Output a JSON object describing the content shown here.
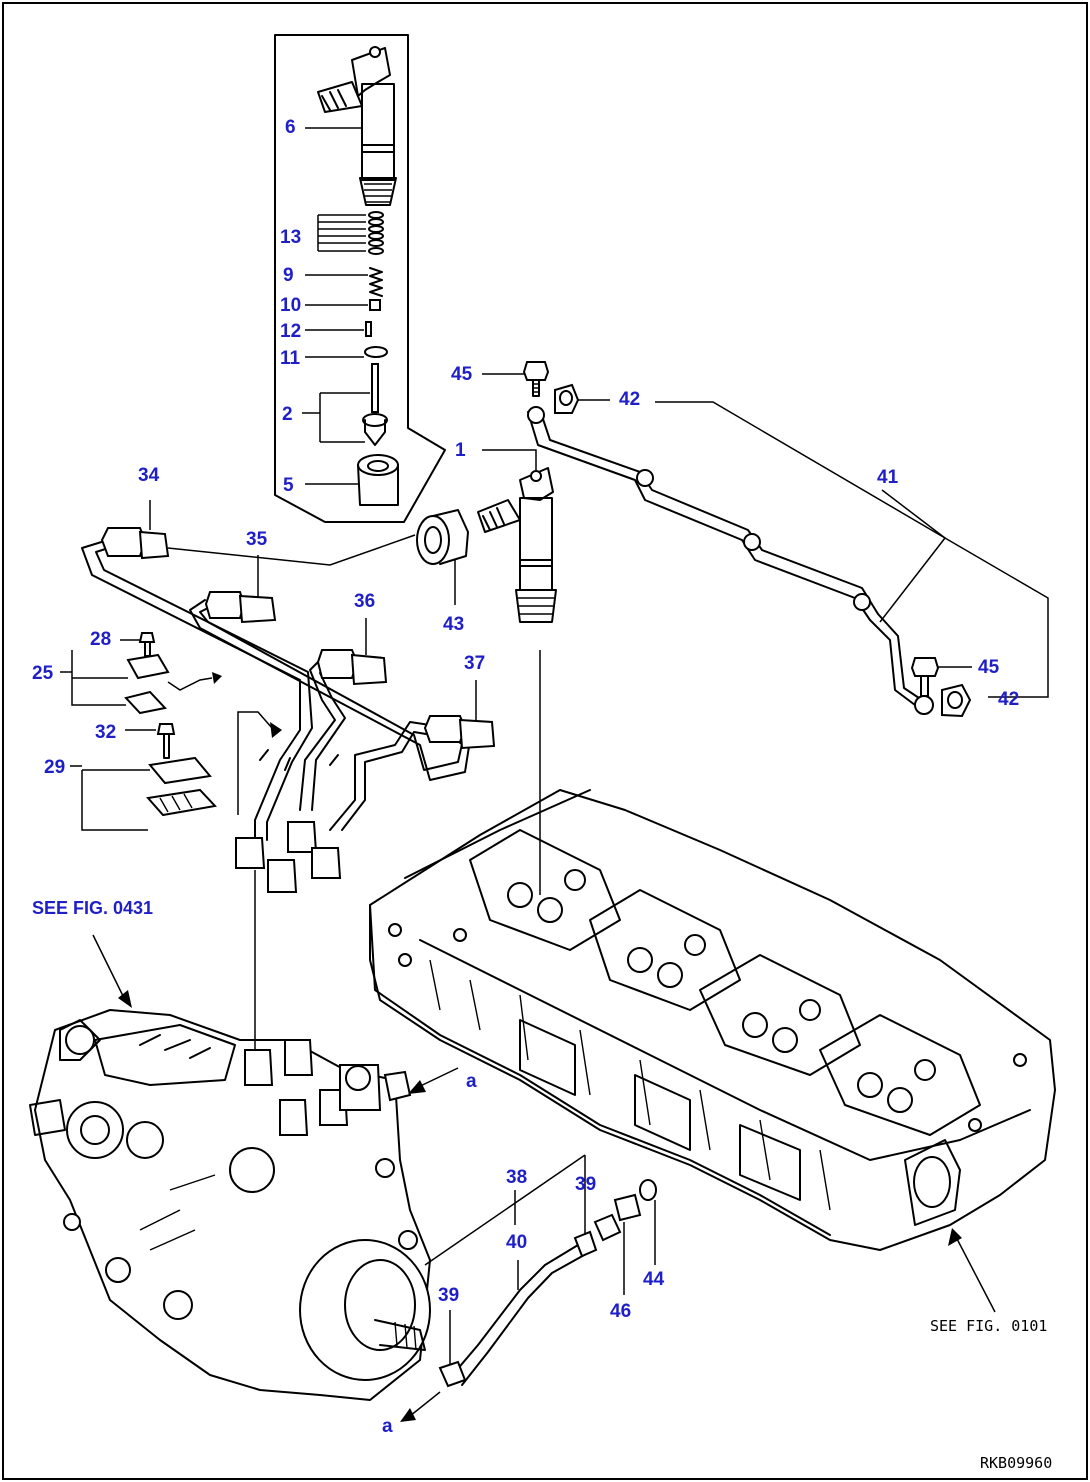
{
  "callouts": {
    "c1": "1",
    "c2": "2",
    "c5": "5",
    "c6": "6",
    "c9": "9",
    "c10": "10",
    "c11": "11",
    "c12": "12",
    "c13": "13",
    "c25": "25",
    "c28": "28",
    "c29": "29",
    "c32": "32",
    "c34": "34",
    "c35": "35",
    "c36": "36",
    "c37": "37",
    "c38": "38",
    "c39a": "39",
    "c39b": "39",
    "c40": "40",
    "c41": "41",
    "c42a": "42",
    "c42b": "42",
    "c43": "43",
    "c44": "44",
    "c45a": "45",
    "c45b": "45",
    "c46": "46"
  },
  "references": {
    "see_fig_pump": "SEE FIG. 0431",
    "see_fig_head": "SEE FIG. 0101",
    "arrow_a_top": "a",
    "arrow_a_bottom": "a"
  },
  "drawing_code": "RKB09960",
  "colors": {
    "callout": "#1f1fc8",
    "linework": "#000000",
    "background": "#ffffff"
  }
}
